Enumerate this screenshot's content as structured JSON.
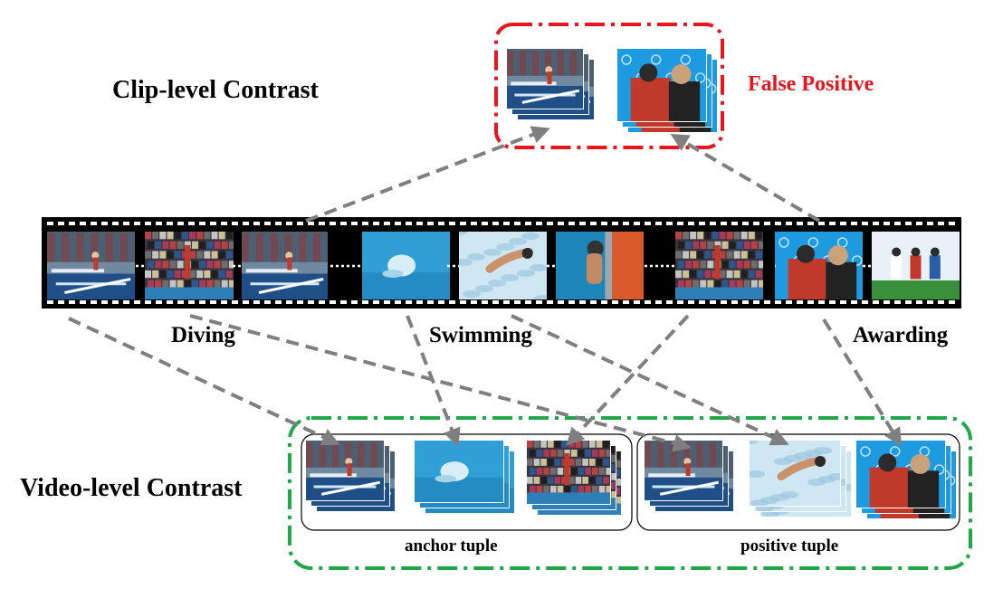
{
  "labels": {
    "clip_title": "Clip-level Contrast",
    "video_title": "Video-level Contrast",
    "false_positive": "False Positive",
    "segment_diving": "Diving",
    "segment_swimming": "Swimming",
    "segment_awarding": "Awarding",
    "anchor_tuple": "anchor tuple",
    "positive_tuple": "positive tuple"
  },
  "colors": {
    "false_positive_box": "#e8141e",
    "video_box": "#1fa84a",
    "arrow": "#7f7f7f",
    "film": "#000000",
    "diving_thumb": "#3a5f7a",
    "swimming_thumb": "#2f9fd6",
    "splash_thumb": "#cfe6f3",
    "awarding_thumb": "#1e9be0",
    "crowd_thumb": "#5a4e58"
  },
  "film_frames": [
    {
      "segment": "diving",
      "scene": "diving-tower",
      "icon": "diver-on-platform-image"
    },
    {
      "segment": "diving",
      "scene": "crowd",
      "icon": "crowd-diver-image"
    },
    {
      "segment": "diving",
      "scene": "diving-tower",
      "icon": "diver-jump-image"
    },
    {
      "segment": "swimming",
      "scene": "underwater",
      "icon": "underwater-swimmer-image"
    },
    {
      "segment": "swimming",
      "scene": "splash",
      "icon": "swimmer-splash-image"
    },
    {
      "segment": "swimming",
      "scene": "poolside",
      "icon": "swimmer-poolside-image"
    },
    {
      "segment": "awarding",
      "scene": "crowd",
      "icon": "athlete-celebrating-image"
    },
    {
      "segment": "awarding",
      "scene": "award",
      "icon": "medal-ceremony-image"
    },
    {
      "segment": "awarding",
      "scene": "podium",
      "icon": "podium-image"
    }
  ]
}
